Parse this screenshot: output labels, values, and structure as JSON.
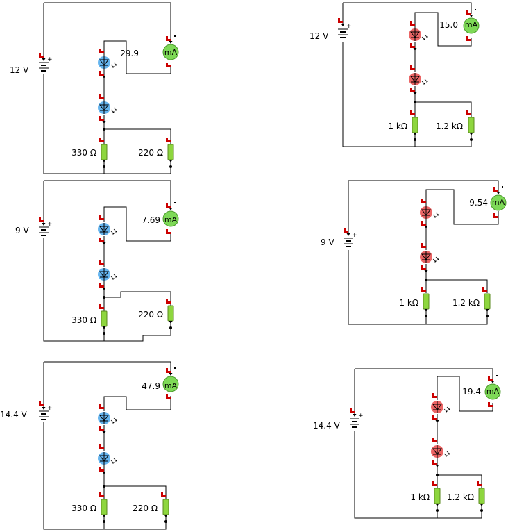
{
  "circuits": [
    {
      "voltage": "12 V",
      "meter_value": "29.9",
      "meter_unit": "mA",
      "resistor_a": "330 Ω",
      "resistor_b": "220 Ω",
      "led_color": "blue"
    },
    {
      "voltage": "12 V",
      "meter_value": "15.0",
      "meter_unit": "mA",
      "resistor_a": "1 kΩ",
      "resistor_b": "1.2 kΩ",
      "led_color": "red"
    },
    {
      "voltage": "9 V",
      "meter_value": "7.69",
      "meter_unit": "mA",
      "resistor_a": "330 Ω",
      "resistor_b": "220 Ω",
      "led_color": "blue"
    },
    {
      "voltage": "9 V",
      "meter_value": "9.54",
      "meter_unit": "mA",
      "resistor_a": "1 kΩ",
      "resistor_b": "1.2 kΩ",
      "led_color": "red"
    },
    {
      "voltage": "14.4 V",
      "meter_value": "47.9",
      "meter_unit": "mA",
      "resistor_a": "330 Ω",
      "resistor_b": "220 Ω",
      "led_color": "blue"
    },
    {
      "voltage": "14.4 V",
      "meter_value": "19.4",
      "meter_unit": "mA",
      "resistor_a": "1 kΩ",
      "resistor_b": "1.2 kΩ",
      "led_color": "red"
    }
  ],
  "colors": {
    "blue_led": "#4aa8ec",
    "red_led": "#e84a4a",
    "meter": "#7ed957",
    "resistor": "#8ed63e",
    "probe_red": "#cc0000"
  }
}
